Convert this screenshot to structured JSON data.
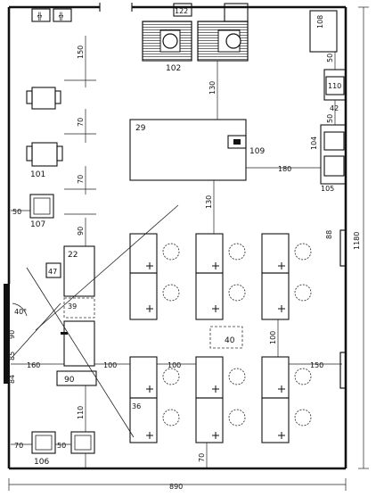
{
  "labels": {
    "table_29": "29",
    "stove_102": "102",
    "top_122": "122",
    "top_108": "108",
    "sink_110": "110",
    "unit_42": "42",
    "unit_104": "104",
    "unit_105": "105",
    "unit_109": "109",
    "unit_101": "101",
    "unit_107": "107",
    "unit_47": "47",
    "unit_22": "22",
    "unit_39": "39",
    "unit_90": "90",
    "unit_36": "36",
    "unit_106": "106",
    "box_40": "40",
    "angle_40": "40°"
  },
  "dimensions": {
    "d150": "150",
    "d70a": "70",
    "d70b": "70",
    "d90": "90",
    "d50": "50",
    "d130_top": "130",
    "d130_mid": "130",
    "d180": "180",
    "d50_right": "50",
    "d50_right2": "50",
    "d160": "160",
    "d100": "100",
    "d100b": "100",
    "d150_right": "150",
    "d100_small": "100",
    "d88": "88",
    "d1180": "1180",
    "d90_left": "90",
    "d85": "85",
    "d84": "84",
    "d110": "110",
    "d70_bottom": "70",
    "d50_bottom": "50",
    "d70_bottom_mid": "70",
    "d890": "890"
  }
}
